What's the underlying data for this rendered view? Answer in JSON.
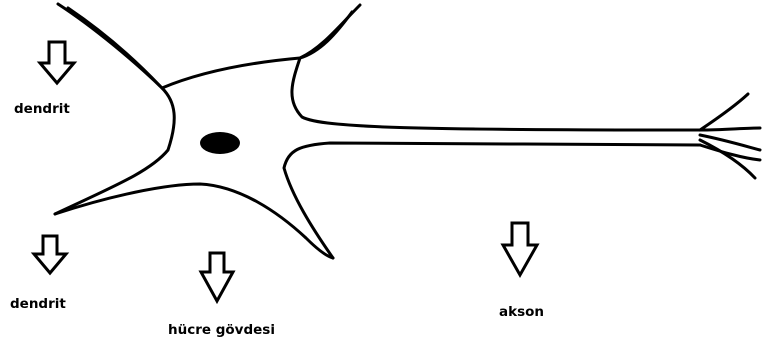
{
  "diagram": {
    "labels": {
      "dendrite_top": "dendrit",
      "dendrite_bottom": "dendrit",
      "cell_body": "hücre gövdesi",
      "axon": "akson"
    },
    "colors": {
      "stroke": "#000000",
      "background": "#ffffff",
      "nucleus": "#000000"
    },
    "icons": {
      "pointer": "down-arrow-icon"
    }
  }
}
